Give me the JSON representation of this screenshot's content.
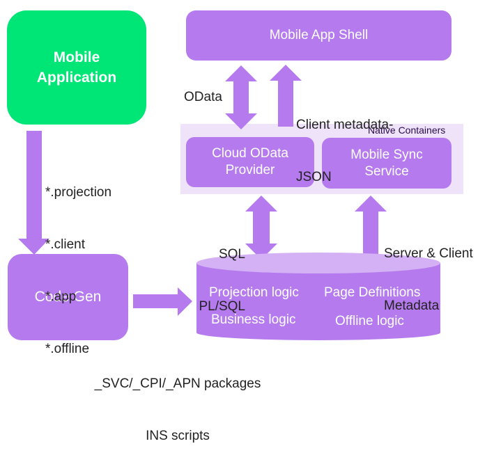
{
  "colors": {
    "green": "#00e676",
    "purple": "#b57bee",
    "purple_light": "#d4b0f5",
    "container_bg": "#efe3fa",
    "text_dark": "#222222",
    "container_label": "#2a0a4a"
  },
  "nodes": {
    "mobile_application": {
      "lines": [
        "Mobile",
        "Application"
      ]
    },
    "mobile_app_shell": {
      "label": "Mobile App Shell"
    },
    "native_containers": {
      "label": "Native Containers"
    },
    "cloud_odata_provider": {
      "lines": [
        "Cloud OData",
        "Provider"
      ]
    },
    "mobile_sync_service": {
      "lines": [
        "Mobile Sync",
        "Service"
      ]
    },
    "code_gen": {
      "label": "Code Gen"
    },
    "database": {
      "items": [
        "Projection logic",
        "Page Definitions",
        "Business logic",
        "Offline logic"
      ]
    }
  },
  "edges": {
    "odata": {
      "label": "OData"
    },
    "client_metadata": {
      "lines": [
        "Client metadata-",
        "JSON"
      ]
    },
    "sql": {
      "lines": [
        "SQL",
        "PL/SQL"
      ]
    },
    "server_client_metadata": {
      "lines": [
        "Server & Client",
        "Metadata"
      ]
    },
    "files": {
      "lines": [
        "*.projection",
        "*.client",
        "*.app",
        "*.offline"
      ]
    },
    "packages": {
      "lines": [
        "_SVC/_CPI/_APN packages",
        "INS scripts"
      ]
    }
  }
}
